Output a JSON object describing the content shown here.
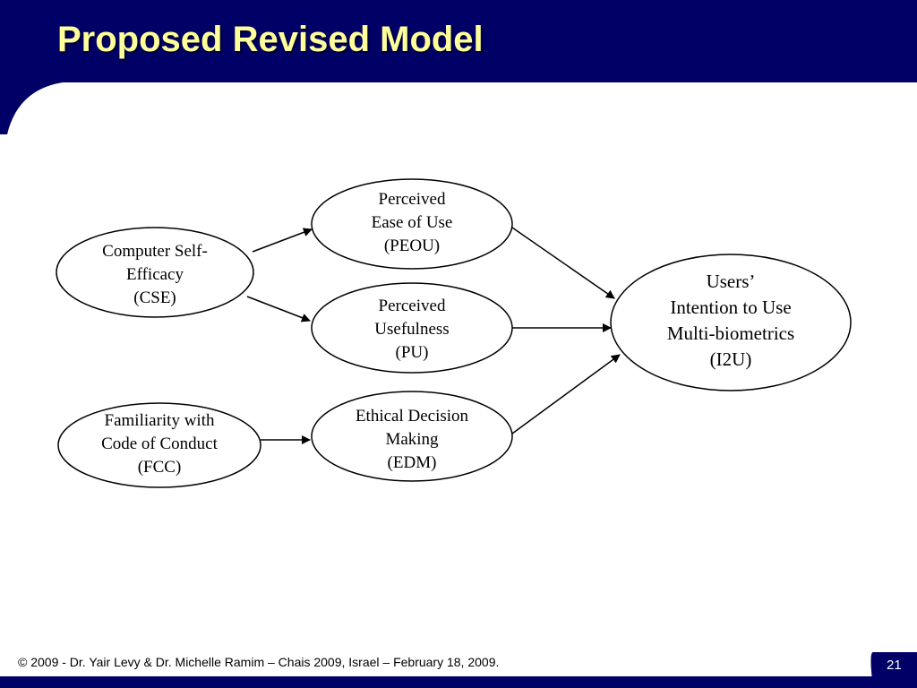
{
  "slide": {
    "title": "Proposed Revised Model",
    "footer": "© 2009 - Dr. Yair Levy & Dr. Michelle Ramim – Chais 2009, Israel – February 18, 2009.",
    "page_number": "21",
    "colors": {
      "header_band": "#000066",
      "title_text": "#ffff99",
      "node_border": "#000000",
      "arrow": "#000000",
      "background": "#ffffff"
    }
  },
  "diagram": {
    "nodes": [
      {
        "id": "CSE",
        "lines": [
          "Computer Self-",
          "Efficacy",
          "(CSE)"
        ]
      },
      {
        "id": "FCC",
        "lines": [
          "Familiarity with",
          "Code of Conduct",
          "(FCC)"
        ]
      },
      {
        "id": "PEOU",
        "lines": [
          "Perceived",
          "Ease of Use",
          "(PEOU)"
        ]
      },
      {
        "id": "PU",
        "lines": [
          "Perceived",
          "Usefulness",
          "(PU)"
        ]
      },
      {
        "id": "EDM",
        "lines": [
          "Ethical Decision",
          "Making",
          "(EDM)"
        ]
      },
      {
        "id": "I2U",
        "lines": [
          "Users’",
          "Intention to Use",
          "Multi-biometrics",
          "(I2U)"
        ]
      }
    ],
    "edges": [
      {
        "from": "CSE",
        "to": "PEOU"
      },
      {
        "from": "CSE",
        "to": "PU"
      },
      {
        "from": "FCC",
        "to": "EDM"
      },
      {
        "from": "PEOU",
        "to": "I2U"
      },
      {
        "from": "PU",
        "to": "I2U"
      },
      {
        "from": "EDM",
        "to": "I2U"
      }
    ]
  }
}
